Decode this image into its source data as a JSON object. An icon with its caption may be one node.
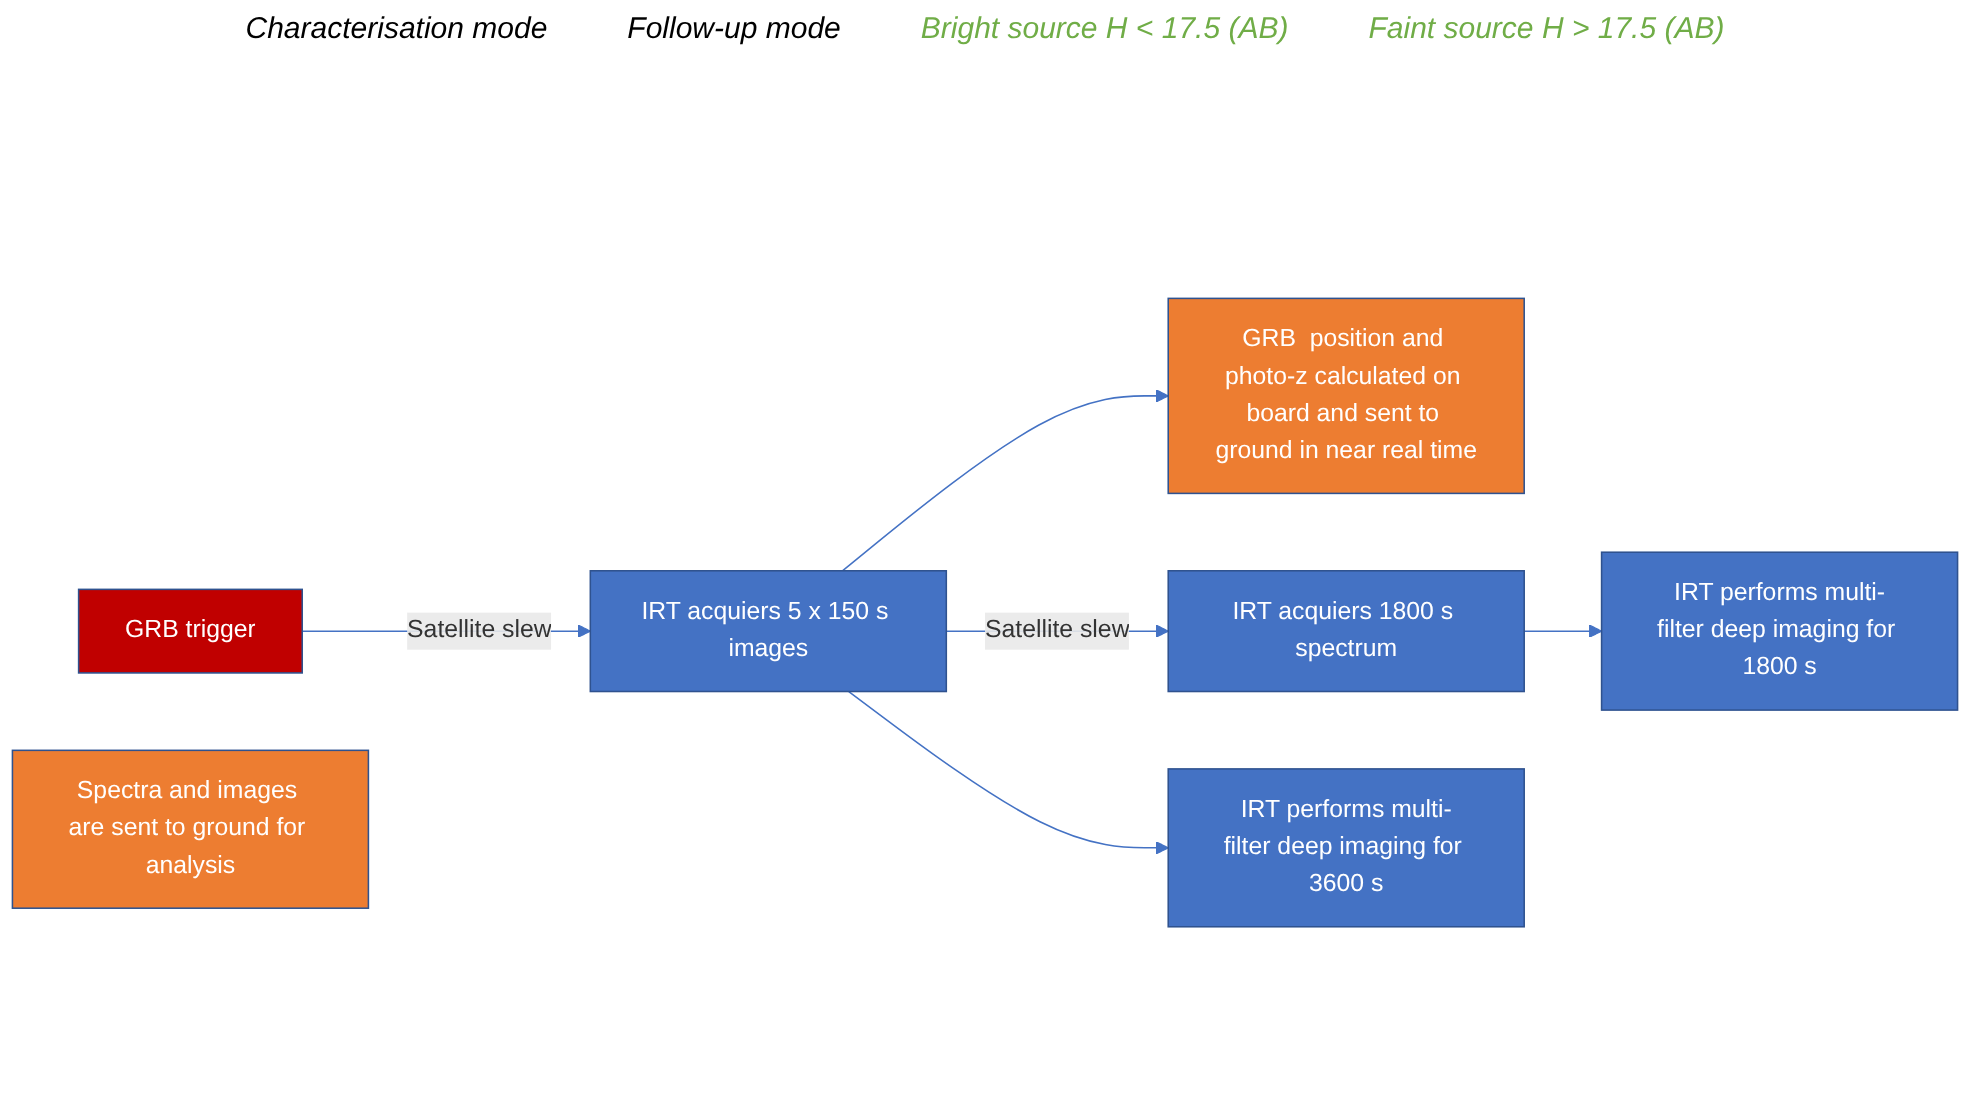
{
  "diagram": {
    "nodes": [
      {
        "text": [
          "GRB trigger"
        ]
      },
      {
        "text": [
          "IRT acquiers 5 x 150 s images"
        ]
      },
      {
        "text": [
          "GRB  position and photo-z calculated on board and sent to ground in near real time"
        ]
      },
      {
        "text": [
          "IRT acquiers 1800 s spectrum"
        ]
      },
      {
        "text": [
          "IRT performs multi-filter deep imaging for 1800 s"
        ]
      },
      {
        "text": [
          "IRT performs multi-filter deep imaging for 3600 s"
        ]
      },
      {
        "text": [
          "Spectra and images are sent to ground for analysis"
        ]
      }
    ],
    "edges": [
      {
        "from": 0,
        "to": 1,
        "arrow": "to",
        "label": "Satellite slew"
      },
      {
        "from": 1,
        "to": 2,
        "arrow": "to"
      },
      {
        "from": 1,
        "to": 3,
        "arrow": "to",
        "label": "Satellite slew"
      },
      {
        "from": 1,
        "to": 5,
        "arrow": "to"
      },
      {
        "from": 3,
        "to": 4,
        "arrow": "to"
      }
    ],
    "labels": [
      "Characterisation mode",
      "Follow-up mode",
      "Bright source H < 17.5 (AB)",
      "Faint source H > 17.5 (AB)"
    ]
  }
}
